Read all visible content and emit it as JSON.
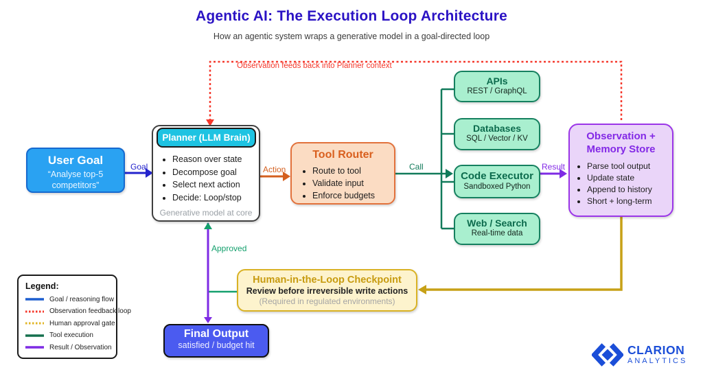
{
  "title": "Agentic AI: The Execution Loop Architecture",
  "subtitle": "How an agentic system wraps a generative model in a goal-directed loop",
  "colors": {
    "goal_blue": "#2323cc",
    "feedback_red": "#f5372a",
    "action_orange": "#d4601f",
    "tool_green": "#117a5a",
    "result_purple": "#7e2be4",
    "approval_gold": "#c7a117",
    "approved_green": "#14a06d",
    "logo_blue": "#1b4ed8"
  },
  "nodes": {
    "user_goal": {
      "title": "User Goal",
      "subtitle": "“Analyse top-5 competitors”"
    },
    "planner": {
      "title": "Planner (LLM Brain)",
      "bullets": [
        "Reason over state",
        "Decompose goal",
        "Select next action",
        "Decide: Loop/stop"
      ],
      "footnote": "Generative model at core"
    },
    "tool_router": {
      "title": "Tool Router",
      "bullets": [
        "Route to tool",
        "Validate input",
        "Enforce budgets"
      ]
    },
    "apis": {
      "title": "APIs",
      "subtitle": "REST / GraphQL"
    },
    "databases": {
      "title": "Databases",
      "subtitle": "SQL / Vector / KV"
    },
    "code_executor": {
      "title": "Code Executor",
      "subtitle": "Sandboxed Python"
    },
    "web_search": {
      "title": "Web / Search",
      "subtitle": "Real-time data"
    },
    "observation": {
      "title_line1": "Observation +",
      "title_line2": "Memory Store",
      "bullets": [
        "Parse tool output",
        "Update state",
        "Append to history",
        "Short + long-term"
      ]
    },
    "hitl": {
      "title": "Human-in-the-Loop Checkpoint",
      "line1": "Review before irreversible write actions",
      "line2": "(Required in regulated environments)"
    },
    "final_output": {
      "title": "Final Output",
      "subtitle": "satisfied / budget hit"
    }
  },
  "edge_labels": {
    "goal": "Goal",
    "action": "Action",
    "call": "Call",
    "result": "Result",
    "approved": "Approved",
    "feedback": "Observation feeds back into Planner context"
  },
  "legend": {
    "title": "Legend:",
    "items": [
      {
        "label": "Goal / reasoning flow",
        "color": "#1d5ecf",
        "style": "solid"
      },
      {
        "label": "Observation feedback loop",
        "color": "#f5372a",
        "style": "dotted"
      },
      {
        "label": "Human approval gate",
        "color": "#e0b524",
        "style": "dotted"
      },
      {
        "label": "Tool execution",
        "color": "#15704e",
        "style": "solid"
      },
      {
        "label": "Result / Observation",
        "color": "#7e2be4",
        "style": "solid"
      }
    ]
  },
  "logo": {
    "name": "CLARION",
    "sub": "ANALYTICS"
  }
}
